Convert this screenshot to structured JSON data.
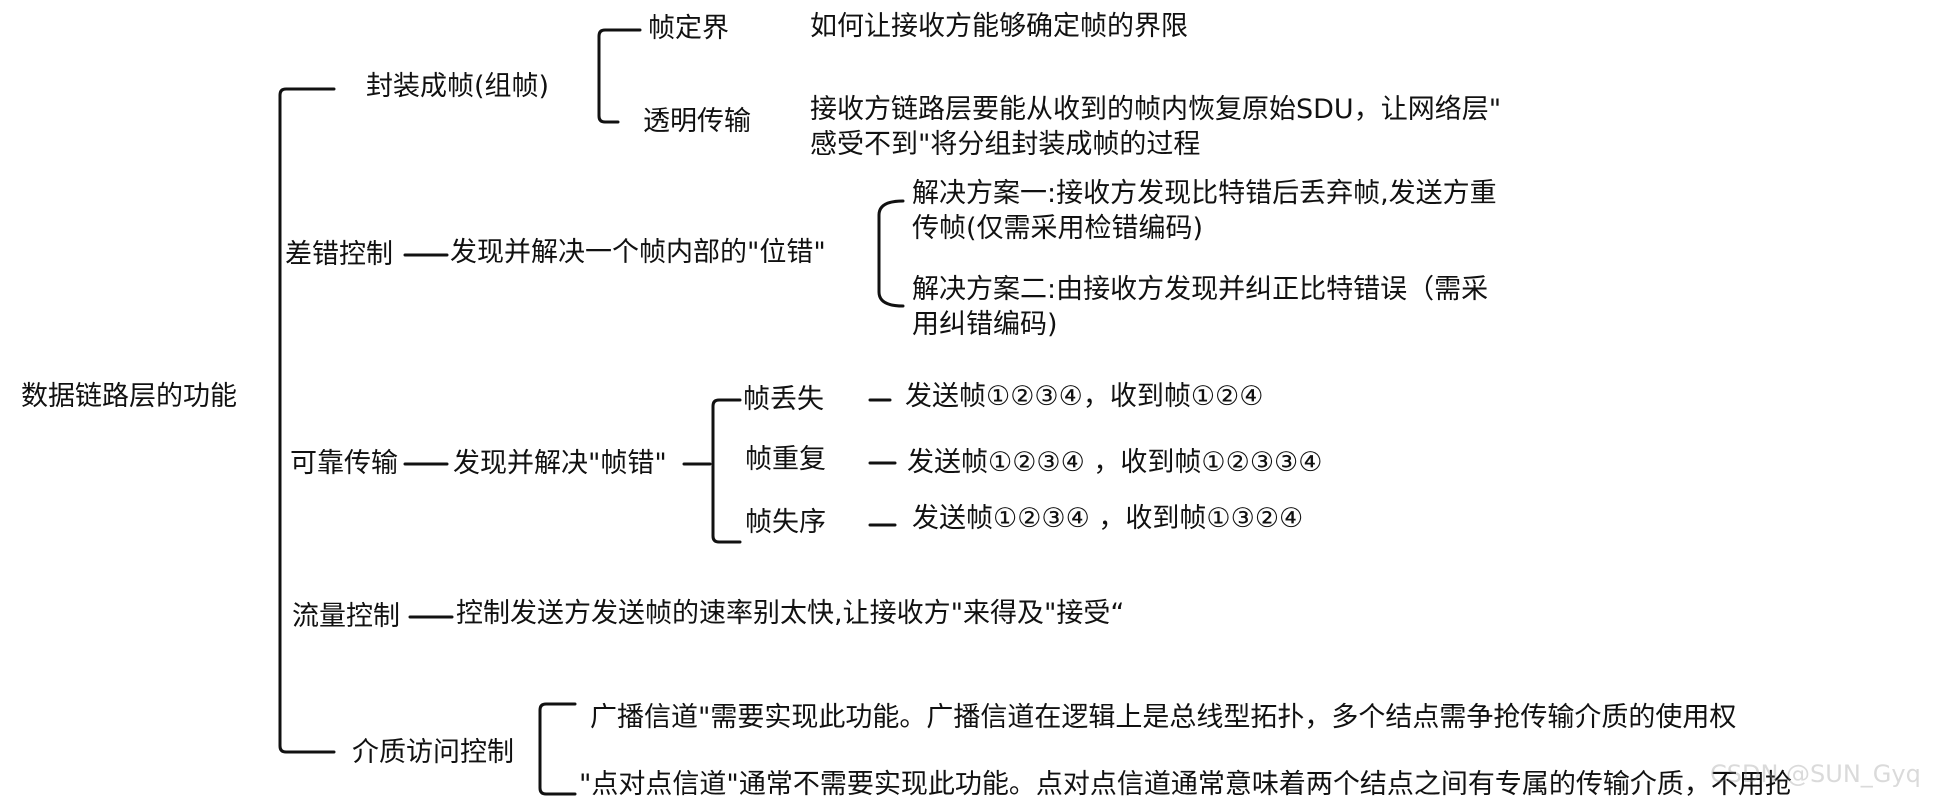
{
  "root": "数据链路层的功能",
  "encapsulation": {
    "label": "封装成帧(组帧)",
    "children": [
      {
        "label": "帧定界",
        "desc": "如何让接收方能够确定帧的界限"
      },
      {
        "label": "透明传输",
        "desc_line1": "接收方链路层要能从收到的帧内恢复原始SDU，让网络层\"",
        "desc_line2": "感受不到\"将分组封装成帧的过程"
      }
    ]
  },
  "error_control": {
    "label": "差错控制",
    "desc": "发现并解决一个帧内部的\"位错\"",
    "solutions": [
      {
        "line1": "解决方案一:接收方发现比特错后丢弃帧,发送方重",
        "line2": "传帧(仅需采用检错编码)"
      },
      {
        "line1": "解决方案二:由接收方发现并纠正比特错误（需采",
        "line2": "用纠错编码)"
      }
    ]
  },
  "reliable": {
    "label": "可靠传输",
    "desc": "发现并解决\"帧错\"",
    "cases": [
      {
        "label": "帧丢失",
        "detail": "发送帧①②③④，收到帧①②④"
      },
      {
        "label": "帧重复",
        "detail": "发送帧①②③④ ，收到帧①②③③④"
      },
      {
        "label": "帧失序",
        "detail": "发送帧①②③④ ，收到帧①③②④"
      }
    ]
  },
  "flow_control": {
    "label": "流量控制",
    "desc": "控制发送方发送帧的速率别太快,让接收方\"来得及\"接受“"
  },
  "mac": {
    "label": "介质访问控制",
    "broadcast": "广播信道\"需要实现此功能。广播信道在逻辑上是总线型拓扑，多个结点需争抢传输介质的使用权",
    "point_to_point": "\"点对点信道\"通常不需要实现此功能。点对点信道通常意味着两个结点之间有专属的传输介质，不用抢"
  },
  "watermark": "CSDN @SUN_Gyq"
}
